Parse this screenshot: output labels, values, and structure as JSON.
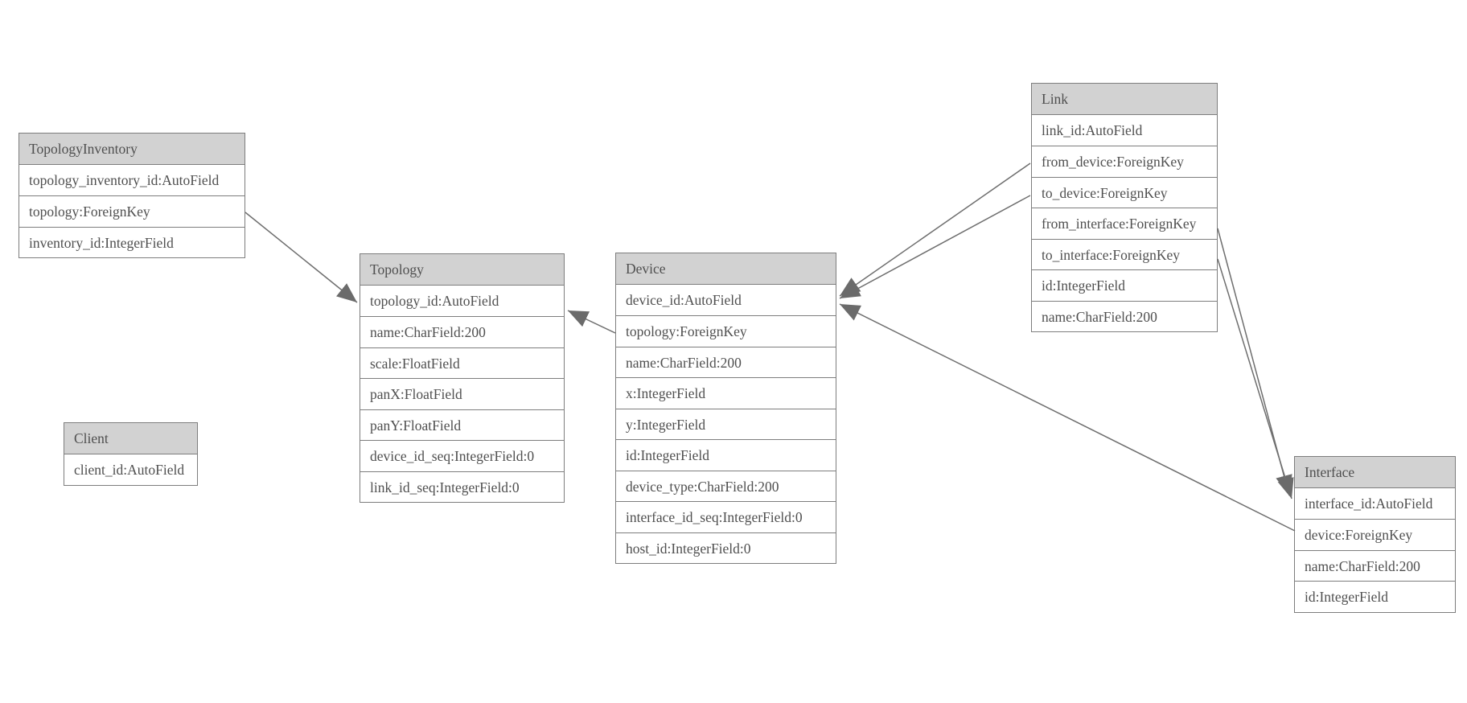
{
  "diagram": {
    "background": "#ffffff",
    "colors": {
      "header_fill": "#d2d2d2",
      "border": "#7d7d7d",
      "text": "#4f4f4f",
      "edge_line": "#6e6e6e",
      "arrow_fill": "#6b6b6b"
    },
    "tables": [
      {
        "name": "TopologyInventory",
        "fields": [
          "topology_inventory_id:AutoField",
          "topology:ForeignKey",
          "inventory_id:IntegerField"
        ]
      },
      {
        "name": "Topology",
        "fields": [
          "topology_id:AutoField",
          "name:CharField:200",
          "scale:FloatField",
          "panX:FloatField",
          "panY:FloatField",
          "device_id_seq:IntegerField:0",
          "link_id_seq:IntegerField:0"
        ]
      },
      {
        "name": "Client",
        "fields": [
          "client_id:AutoField"
        ]
      },
      {
        "name": "Device",
        "fields": [
          "device_id:AutoField",
          "topology:ForeignKey",
          "name:CharField:200",
          "x:IntegerField",
          "y:IntegerField",
          "id:IntegerField",
          "device_type:CharField:200",
          "interface_id_seq:IntegerField:0",
          "host_id:IntegerField:0"
        ]
      },
      {
        "name": "Link",
        "fields": [
          "link_id:AutoField",
          "from_device:ForeignKey",
          "to_device:ForeignKey",
          "from_interface:ForeignKey",
          "to_interface:ForeignKey",
          "id:IntegerField",
          "name:CharField:200"
        ]
      },
      {
        "name": "Interface",
        "fields": [
          "interface_id:AutoField",
          "device:ForeignKey",
          "name:CharField:200",
          "id:IntegerField"
        ]
      }
    ],
    "edges": [
      {
        "from": "TopologyInventory.topology",
        "to": "Topology.topology_id"
      },
      {
        "from": "Device.topology",
        "to": "Topology.topology_id"
      },
      {
        "from": "Link.from_device",
        "to": "Device.device_id"
      },
      {
        "from": "Link.to_device",
        "to": "Device.device_id"
      },
      {
        "from": "Link.from_interface",
        "to": "Interface.interface_id"
      },
      {
        "from": "Link.to_interface",
        "to": "Interface.interface_id"
      },
      {
        "from": "Interface.device",
        "to": "Device.device_id"
      }
    ]
  }
}
